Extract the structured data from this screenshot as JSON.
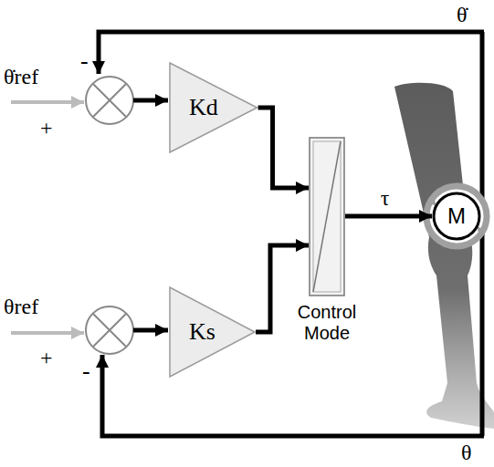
{
  "diagram": {
    "nodes": [
      {
        "text": [
          "Kd"
        ]
      },
      {
        "text": [
          "Ks"
        ]
      },
      {
        "text": [
          "Control Mode"
        ]
      },
      {
        "text": [
          "M"
        ]
      }
    ],
    "edges": [
      {
        "from": 0,
        "to": 2,
        "arrow": "to"
      },
      {
        "from": 1,
        "to": 2,
        "arrow": "to"
      },
      {
        "from": 2,
        "to": 3,
        "label": "τ",
        "arrow": "to"
      }
    ],
    "labels": [
      "θ̇ref",
      "+",
      "-",
      "θref",
      "+",
      "-",
      "θ̇",
      "θ"
    ]
  }
}
